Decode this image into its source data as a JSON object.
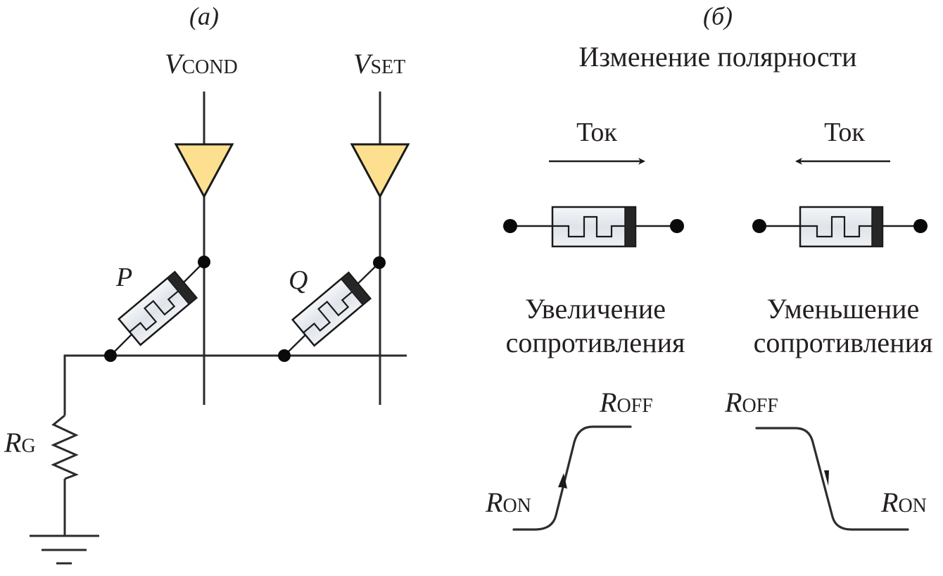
{
  "panel_a": {
    "label": "(a)",
    "sources": [
      {
        "symbol": "V",
        "subscript": "COND",
        "color": "#fde08f"
      },
      {
        "symbol": "V",
        "subscript": "SET",
        "color": "#fde08f"
      }
    ],
    "memristors": [
      {
        "label": "P"
      },
      {
        "label": "Q"
      }
    ],
    "resistor": {
      "symbol": "R",
      "subscript": "G"
    },
    "ground": "ground"
  },
  "panel_b": {
    "label": "(б)",
    "title": "Изменение полярности",
    "left": {
      "current_label": "Ток",
      "current_direction": "right",
      "caption_line1": "Увеличение",
      "caption_line2": "сопротивления",
      "start_state": {
        "symbol": "R",
        "subscript": "ON"
      },
      "end_state": {
        "symbol": "R",
        "subscript": "OFF"
      }
    },
    "right": {
      "current_label": "Ток",
      "current_direction": "left",
      "caption_line1": "Уменьшение",
      "caption_line2": "сопротивления",
      "start_state": {
        "symbol": "R",
        "subscript": "OFF"
      },
      "end_state": {
        "symbol": "R",
        "subscript": "ON"
      }
    }
  }
}
